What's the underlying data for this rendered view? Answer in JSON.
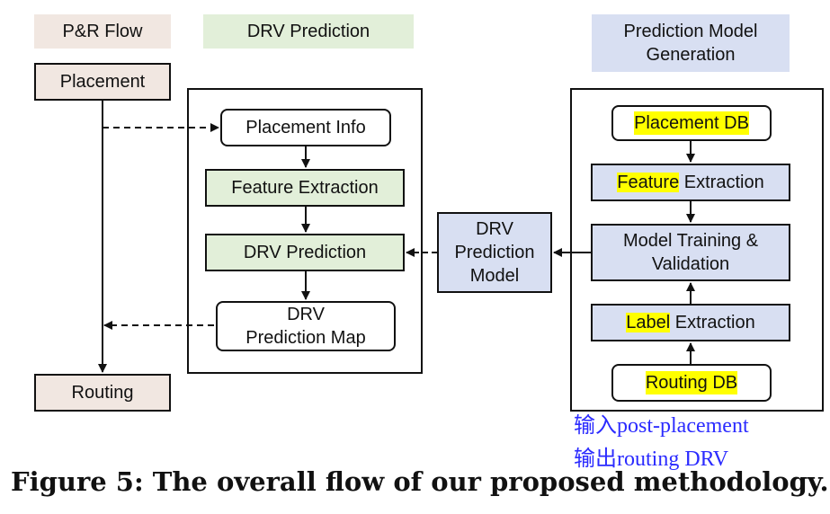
{
  "headers": {
    "pr_flow": "P&R Flow",
    "drv_prediction": "DRV Prediction",
    "model_generation_line1": "Prediction Model",
    "model_generation_line2": "Generation"
  },
  "pr_flow": {
    "placement": "Placement",
    "routing": "Routing"
  },
  "drv_prediction": {
    "placement_info": "Placement Info",
    "feature_extraction": "Feature Extraction",
    "drv_prediction": "DRV Prediction",
    "map_line1": "DRV",
    "map_line2": "Prediction Map"
  },
  "model": {
    "line1": "DRV",
    "line2": "Prediction",
    "line3": "Model"
  },
  "generation": {
    "placement_db_hl": "Placement DB",
    "feature_hl": "Feature",
    "feature_rest": " Extraction",
    "training_line1": "Model Training &",
    "training_line2": "Validation",
    "label_hl": "Label",
    "label_rest": " Extraction",
    "routing_db_hl": "Routing DB"
  },
  "annotations": {
    "input": "输入post-placement",
    "output": "输出routing DRV"
  },
  "caption": "Figure 5: The overall flow of our proposed methodology."
}
